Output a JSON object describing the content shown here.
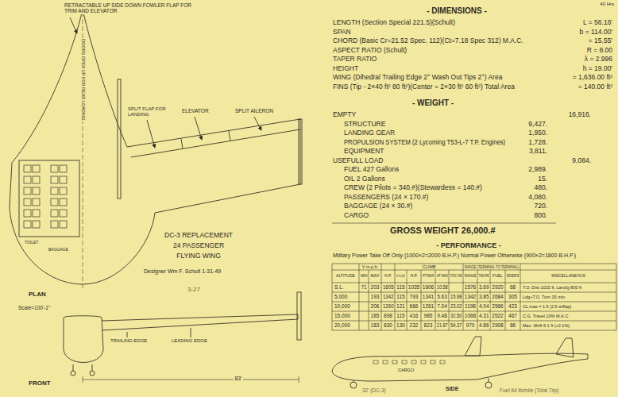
{
  "diagram": {
    "labels": [
      "RETRACTABLE UP SIDE DOWN FOWLER FLAP FOR TRIM AND ELEVATOR",
      "DOORS OPEN UP FOR REAR LOADING",
      "SPLIT FLAP FOR LANDING",
      "ELEVATOR",
      "SPLIT AILERON",
      "TOILET",
      "BAGGAGE",
      "DC-3 REPLACEMENT",
      "24 PASSENGER",
      "FLYING WING",
      "Designer Wm F. Schult 1-31-49",
      "3-27",
      "PLAN",
      "Scale=100'-1\"",
      "TRAILING EDGE",
      "LEADING EDGE",
      "83'",
      "FRONT",
      "CARGO",
      "SIDE",
      "32' (DC-3)",
      "Fuel 64 lb/mile (Total Trip)",
      "40 Hrs",
      "- DIMENSIONS -",
      "LENGTH (Section Special 221.5)(Schult)",
      "L = 56.16'",
      "SPAN",
      "b = 114.00'",
      "CHORD (Basic Cr=21.52 Spec. 112)(Ct=7.18 Spec 312) M.A.C.",
      "= 15.55'",
      "ASPECT RATIO (Schult)",
      "R = 8.00",
      "TAPER RATIO",
      "λ = 2.996",
      "HEIGHT",
      "h = 19.00'",
      "WING (Dihedral Trailing Edge 2° Wash Out Tips 2°) Area",
      "= 1,636.00 ft²",
      "FINS (Tip - 2×40 ft² 80 ft²)(Center = 2×30 ft² 60 ft²) Total Area",
      "= 140.00 ft²",
      "- WEIGHT -",
      "EMPTY",
      "16,916.",
      "STRUCTURE",
      "9,427.",
      "LANDING GEAR",
      "1,950.",
      "PROPULSION SYSTEM (2 Lycoming T53-L-7 T.P. Engines)",
      "1,728.",
      "EQUIPMENT",
      "3,811.",
      "USEFULL LOAD",
      "9,084.",
      "FUEL 427 Gallons",
      "2,989.",
      "OIL 2 Gallons",
      "15.",
      "CREW (2 Pilots = 340.#)(Stewardess = 140.#)",
      "480.",
      "PASSENGERS (24 × 170.#)",
      "4,080.",
      "BAGGAGE (24 × 30.#)",
      "720.",
      "CARGO",
      "800.",
      "GROSS WEIGHT 26,000.#",
      "- PERFORMANCE -",
      "Military Power Take Off Only (1000×2=2000 B.H.P.) Normal Power Otherwise (900×2=1800 B.H.P.)",
      "V m.p.h.",
      "CLIMB",
      "RANGE (TERMINAL TO TERMINAL)",
      "ALTITUDE",
      "MIN",
      "MAX",
      "H.P.",
      "V m.p.h.",
      "H.P.",
      "FT/MIN",
      "AT MIN",
      "TOTAL TIME",
      "RANGE",
      "TIME HRS",
      "FUEL",
      "RESERVE",
      "MISCELLANEOUS",
      "S.L.",
      "71",
      "203",
      "1605",
      "115",
      "1035",
      "1606",
      "10.58",
      "1576",
      "3.69",
      "2920",
      "68",
      "T.O. Dist 1015 ft, Land'g 800 ft",
      "5,000",
      "193",
      "1342",
      "115",
      "793",
      "1341",
      "5.63",
      "15.98",
      "1342",
      "3.85",
      "2684",
      "305",
      "Ldg+T.O. Turn 15 min",
      "10,000",
      "206",
      "1260",
      "121",
      "666",
      "1261",
      "7.04",
      "23.02",
      "1198",
      "4.04",
      "2566",
      "423",
      "CL max = 1.5 (2.5 w/flap)",
      "15,000",
      "185",
      "898",
      "115",
      "416",
      "985",
      "9.48",
      "32.50",
      "1068",
      "4.31",
      "2522",
      "467",
      "C.G. Travel 10% M.A.C.",
      "20,000",
      "183",
      "830",
      "130",
      "232",
      "823",
      "21.87",
      "54.37",
      "970",
      "4.86",
      "2908",
      "86",
      "Max. Shift 6.1 ft (+2.1%)"
    ]
  }
}
